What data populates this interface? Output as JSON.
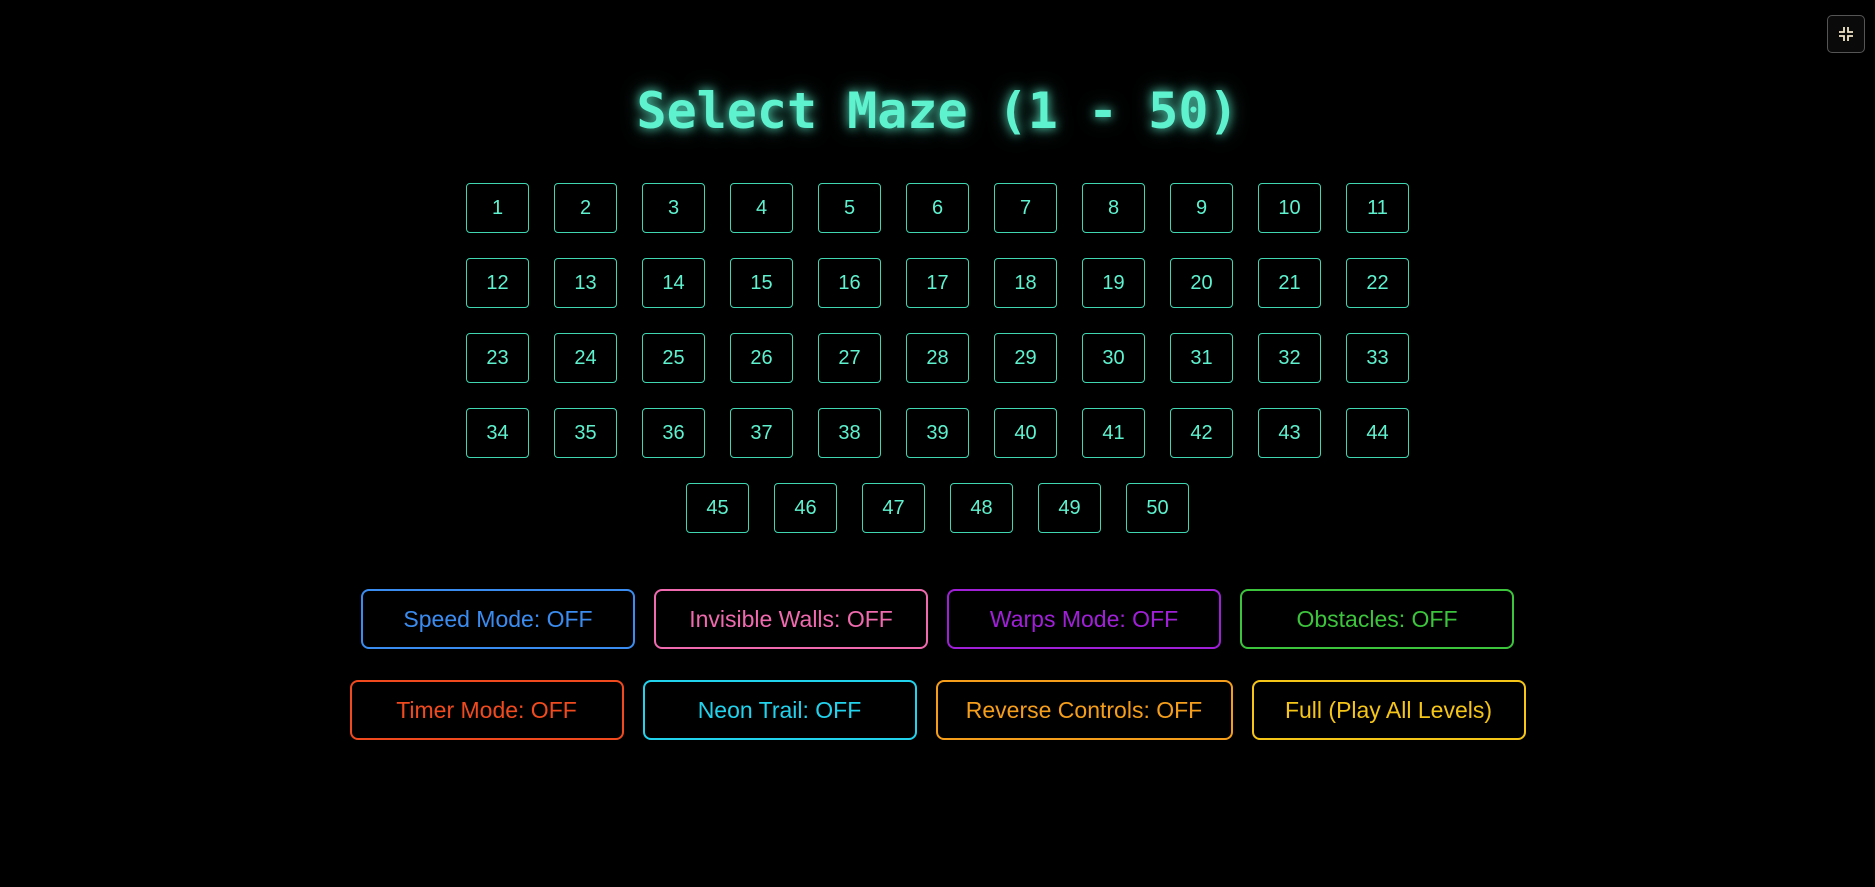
{
  "title": "Select Maze (1 - 50)",
  "fullscreen": {
    "icon": "exit-fullscreen-icon",
    "color": "#f2e6c8"
  },
  "levels": {
    "rows": [
      [
        "1",
        "2",
        "3",
        "4",
        "5",
        "6",
        "7",
        "8",
        "9",
        "10",
        "11"
      ],
      [
        "12",
        "13",
        "14",
        "15",
        "16",
        "17",
        "18",
        "19",
        "20",
        "21",
        "22"
      ],
      [
        "23",
        "24",
        "25",
        "26",
        "27",
        "28",
        "29",
        "30",
        "31",
        "32",
        "33"
      ],
      [
        "34",
        "35",
        "36",
        "37",
        "38",
        "39",
        "40",
        "41",
        "42",
        "43",
        "44"
      ],
      [
        "45",
        "46",
        "47",
        "48",
        "49",
        "50"
      ]
    ],
    "color": "#5ef2cf"
  },
  "modes": {
    "speed": {
      "label": "Speed Mode: OFF",
      "color": "#3b8cf0"
    },
    "invisible_walls": {
      "label": "Invisible Walls: OFF",
      "color": "#ef6aae"
    },
    "warps": {
      "label": "Warps Mode: OFF",
      "color": "#a020d8"
    },
    "obstacles": {
      "label": "Obstacles: OFF",
      "color": "#3cc43c"
    },
    "timer": {
      "label": "Timer Mode: OFF",
      "color": "#f04a1e"
    },
    "neon_trail": {
      "label": "Neon Trail: OFF",
      "color": "#22d3ee"
    },
    "reverse_controls": {
      "label": "Reverse Controls: OFF",
      "color": "#f59e1b"
    },
    "full": {
      "label": "Full (Play All Levels)",
      "color": "#f5c518"
    }
  }
}
